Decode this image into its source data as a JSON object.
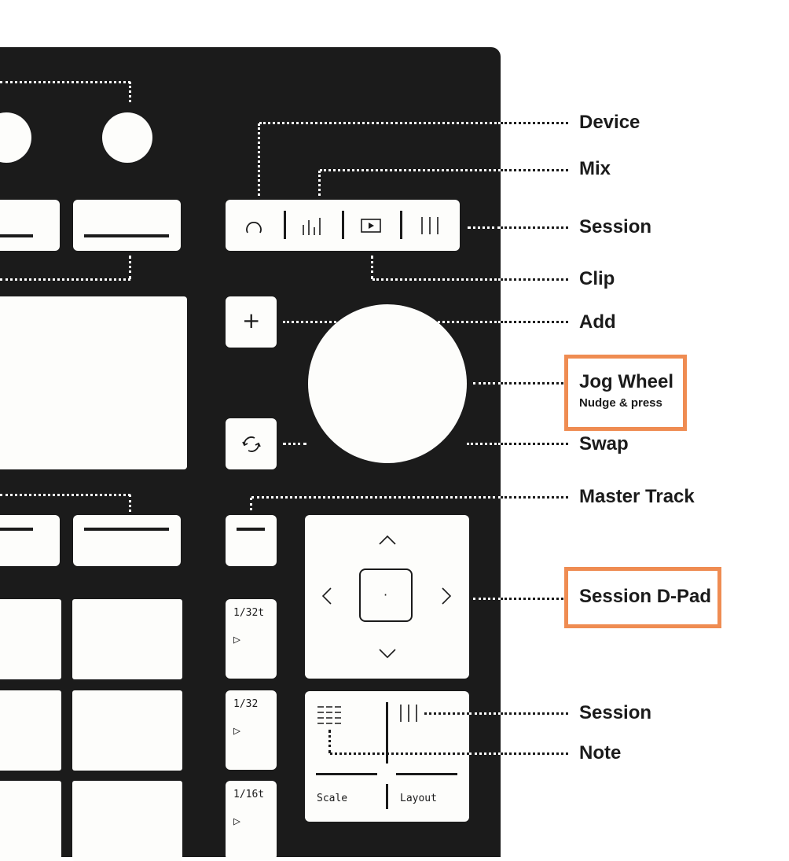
{
  "labels": {
    "device": "Device",
    "mix": "Mix",
    "session": "Session",
    "clip": "Clip",
    "add": "Add",
    "jog_wheel": "Jog Wheel",
    "jog_wheel_sub": "Nudge & press",
    "swap": "Swap",
    "master_track": "Master Track",
    "session_dpad": "Session D-Pad",
    "session_2": "Session",
    "note": "Note"
  },
  "buttons": {
    "add_glyph": "+",
    "dpad_center": "·"
  },
  "step_buttons": [
    {
      "rate": "1/32t",
      "play": "▷"
    },
    {
      "rate": "1/32",
      "play": "▷"
    },
    {
      "rate": "1/16t",
      "play": "▷"
    }
  ],
  "layout_panel": {
    "scale": "Scale",
    "layout": "Layout"
  },
  "icons": [
    "device-icon",
    "mix-icon",
    "clip-icon",
    "session-icon",
    "add-icon",
    "swap-icon",
    "chevron-up-icon",
    "chevron-down-icon",
    "chevron-left-icon",
    "chevron-right-icon",
    "play-icon"
  ],
  "colors": {
    "device_body": "#1b1b1b",
    "button": "#fdfdfb",
    "highlight": "#ef8c52",
    "background": "#ffffff"
  }
}
